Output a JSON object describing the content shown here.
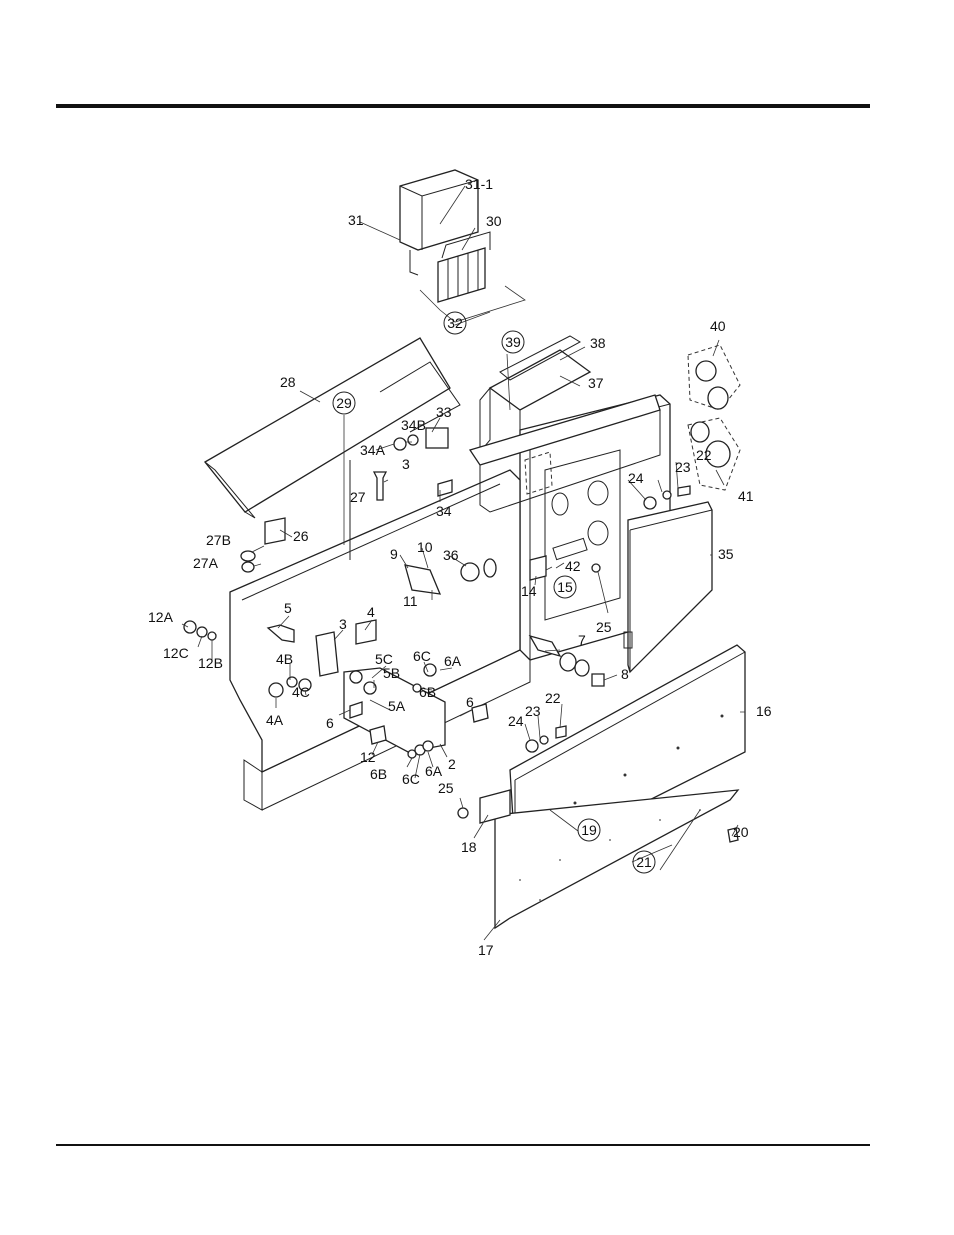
{
  "diagram": {
    "callouts": [
      {
        "id": "c31-1",
        "label": "31-1",
        "circled": false
      },
      {
        "id": "c31",
        "label": "31",
        "circled": false
      },
      {
        "id": "c30",
        "label": "30",
        "circled": false
      },
      {
        "id": "c32",
        "label": "32",
        "circled": true
      },
      {
        "id": "c28",
        "label": "28",
        "circled": false
      },
      {
        "id": "c39",
        "label": "39",
        "circled": true
      },
      {
        "id": "c38",
        "label": "38",
        "circled": false
      },
      {
        "id": "c37",
        "label": "37",
        "circled": false
      },
      {
        "id": "c40",
        "label": "40",
        "circled": false
      },
      {
        "id": "c29",
        "label": "29",
        "circled": true
      },
      {
        "id": "c33",
        "label": "33",
        "circled": false
      },
      {
        "id": "c34B",
        "label": "34B",
        "circled": false
      },
      {
        "id": "c34A",
        "label": "34A",
        "circled": false
      },
      {
        "id": "c3a",
        "label": "3",
        "circled": false
      },
      {
        "id": "c27",
        "label": "27",
        "circled": false
      },
      {
        "id": "c34",
        "label": "34",
        "circled": false
      },
      {
        "id": "c23a",
        "label": "23",
        "circled": false
      },
      {
        "id": "c22a",
        "label": "22",
        "circled": false
      },
      {
        "id": "c24a",
        "label": "24",
        "circled": false
      },
      {
        "id": "c41",
        "label": "41",
        "circled": false
      },
      {
        "id": "c26",
        "label": "26",
        "circled": false
      },
      {
        "id": "c27B",
        "label": "27B",
        "circled": false
      },
      {
        "id": "c27A",
        "label": "27A",
        "circled": false
      },
      {
        "id": "c9",
        "label": "9",
        "circled": false
      },
      {
        "id": "c10",
        "label": "10",
        "circled": false
      },
      {
        "id": "c36",
        "label": "36",
        "circled": false
      },
      {
        "id": "c35",
        "label": "35",
        "circled": false
      },
      {
        "id": "c11",
        "label": "11",
        "circled": false
      },
      {
        "id": "c42",
        "label": "42",
        "circled": false
      },
      {
        "id": "c14",
        "label": "14",
        "circled": false
      },
      {
        "id": "c15",
        "label": "15",
        "circled": true
      },
      {
        "id": "c25a",
        "label": "25",
        "circled": false
      },
      {
        "id": "c12A",
        "label": "12A",
        "circled": false
      },
      {
        "id": "c5a",
        "label": "5",
        "circled": false
      },
      {
        "id": "c4a",
        "label": "4",
        "circled": false
      },
      {
        "id": "c3b",
        "label": "3",
        "circled": false
      },
      {
        "id": "c12C",
        "label": "12C",
        "circled": false
      },
      {
        "id": "c12B",
        "label": "12B",
        "circled": false
      },
      {
        "id": "c7",
        "label": "7",
        "circled": false
      },
      {
        "id": "c4B",
        "label": "4B",
        "circled": false
      },
      {
        "id": "c5C",
        "label": "5C",
        "circled": false
      },
      {
        "id": "c6C-a",
        "label": "6C",
        "circled": false
      },
      {
        "id": "c6A-a",
        "label": "6A",
        "circled": false
      },
      {
        "id": "c5B",
        "label": "5B",
        "circled": false
      },
      {
        "id": "c6B-a",
        "label": "6B",
        "circled": false
      },
      {
        "id": "c8",
        "label": "8",
        "circled": false
      },
      {
        "id": "c4C",
        "label": "4C",
        "circled": false
      },
      {
        "id": "c4A",
        "label": "4A",
        "circled": false
      },
      {
        "id": "c6a",
        "label": "6",
        "circled": false
      },
      {
        "id": "c5A",
        "label": "5A",
        "circled": false
      },
      {
        "id": "c6b",
        "label": "6",
        "circled": false
      },
      {
        "id": "c16",
        "label": "16",
        "circled": false
      },
      {
        "id": "c22b",
        "label": "22",
        "circled": false
      },
      {
        "id": "c23b",
        "label": "23",
        "circled": false
      },
      {
        "id": "c24b",
        "label": "24",
        "circled": false
      },
      {
        "id": "c12",
        "label": "12",
        "circled": false
      },
      {
        "id": "c2",
        "label": "2",
        "circled": false
      },
      {
        "id": "c6B-b",
        "label": "6B",
        "circled": false
      },
      {
        "id": "c6C-b",
        "label": "6C",
        "circled": false
      },
      {
        "id": "c6A-b",
        "label": "6A",
        "circled": false
      },
      {
        "id": "c25b",
        "label": "25",
        "circled": false
      },
      {
        "id": "c19",
        "label": "19",
        "circled": true
      },
      {
        "id": "c20",
        "label": "20",
        "circled": false
      },
      {
        "id": "c18",
        "label": "18",
        "circled": false
      },
      {
        "id": "c21",
        "label": "21",
        "circled": true
      },
      {
        "id": "c17",
        "label": "17",
        "circled": false
      }
    ]
  }
}
